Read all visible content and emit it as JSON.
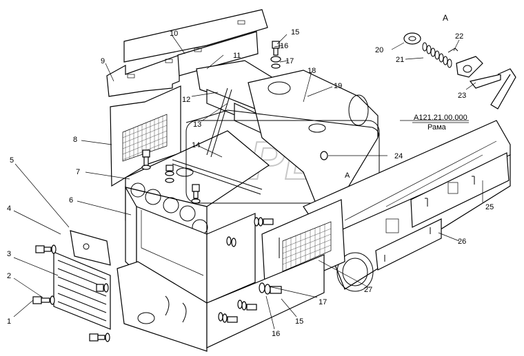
{
  "view_label": "A",
  "assembly": {
    "code": "А121.21.00.000",
    "name": "Рама"
  },
  "watermark": "OPEX",
  "callouts": [
    "1",
    "2",
    "3",
    "4",
    "5",
    "6",
    "7",
    "8",
    "9",
    "10",
    "11",
    "12",
    "13",
    "14",
    "15",
    "16",
    "17",
    "18",
    "19",
    "20",
    "21",
    "22",
    "23",
    "24",
    "25",
    "26",
    "27",
    "A",
    "17",
    "15",
    "16"
  ]
}
